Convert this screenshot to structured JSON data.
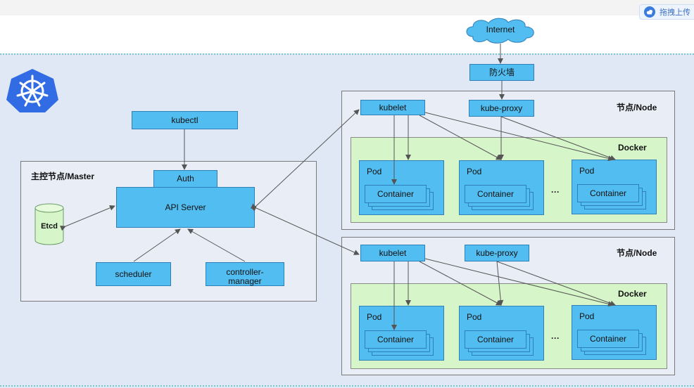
{
  "upload": {
    "label": "拖拽上传"
  },
  "internet": "Internet",
  "firewall": "防火墙",
  "master": {
    "title": "主控节点/Master",
    "kubectl": "kubectl",
    "auth": "Auth",
    "api_server": "API Server",
    "etcd": "Etcd",
    "scheduler": "scheduler",
    "controller_manager": "controller-\nmanager"
  },
  "nodes": [
    {
      "title": "节点/Node",
      "kubelet": "kubelet",
      "kube_proxy": "kube-proxy",
      "docker": "Docker",
      "pods": [
        {
          "label": "Pod",
          "container": "Container"
        },
        {
          "label": "Pod",
          "container": "Container"
        },
        {
          "label": "Pod",
          "container": "Container"
        }
      ],
      "ellipsis": "···"
    },
    {
      "title": "节点/Node",
      "kubelet": "kubelet",
      "kube_proxy": "kube-proxy",
      "docker": "Docker",
      "pods": [
        {
          "label": "Pod",
          "container": "Container"
        },
        {
          "label": "Pod",
          "container": "Container"
        },
        {
          "label": "Pod",
          "container": "Container"
        }
      ],
      "ellipsis": "···"
    }
  ],
  "colors": {
    "component": "#52bdf0",
    "docker_bg": "#d6f5c9",
    "canvas_bg": "#dfe8f4",
    "logo": "#326ce5"
  },
  "icons": {
    "logo": "kubernetes-logo-icon",
    "upload": "cloud-upload-icon"
  }
}
